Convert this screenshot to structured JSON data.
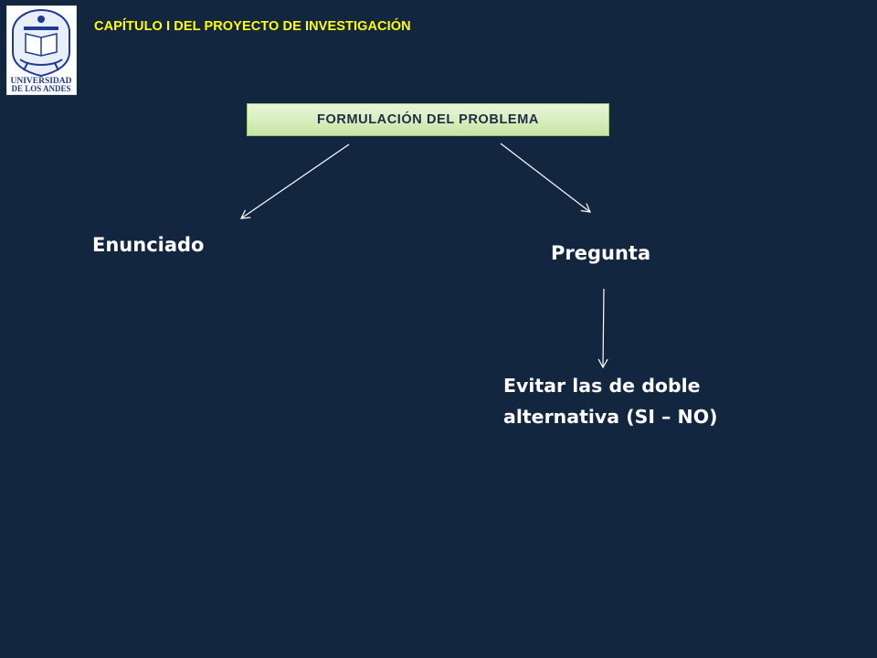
{
  "header": {
    "title": "CAPÍTULO I DEL PROYECTO DE INVESTIGACIÓN",
    "logo": {
      "line1": "UNIVERSIDAD",
      "line2": "DE LOS ANDES",
      "color": "#1f3a93"
    }
  },
  "diagram": {
    "root": "FORMULACIÓN DEL PROBLEMA",
    "left_node": "Enunciado",
    "right_node": "Pregunta",
    "right_child_line1": "Evitar las de doble",
    "right_child_line2": "alternativa (SI – NO)"
  },
  "colors": {
    "background": "#132640",
    "header_text": "#ffff00",
    "box_fill": "#d6ecbc",
    "node_text": "#ffffff"
  }
}
